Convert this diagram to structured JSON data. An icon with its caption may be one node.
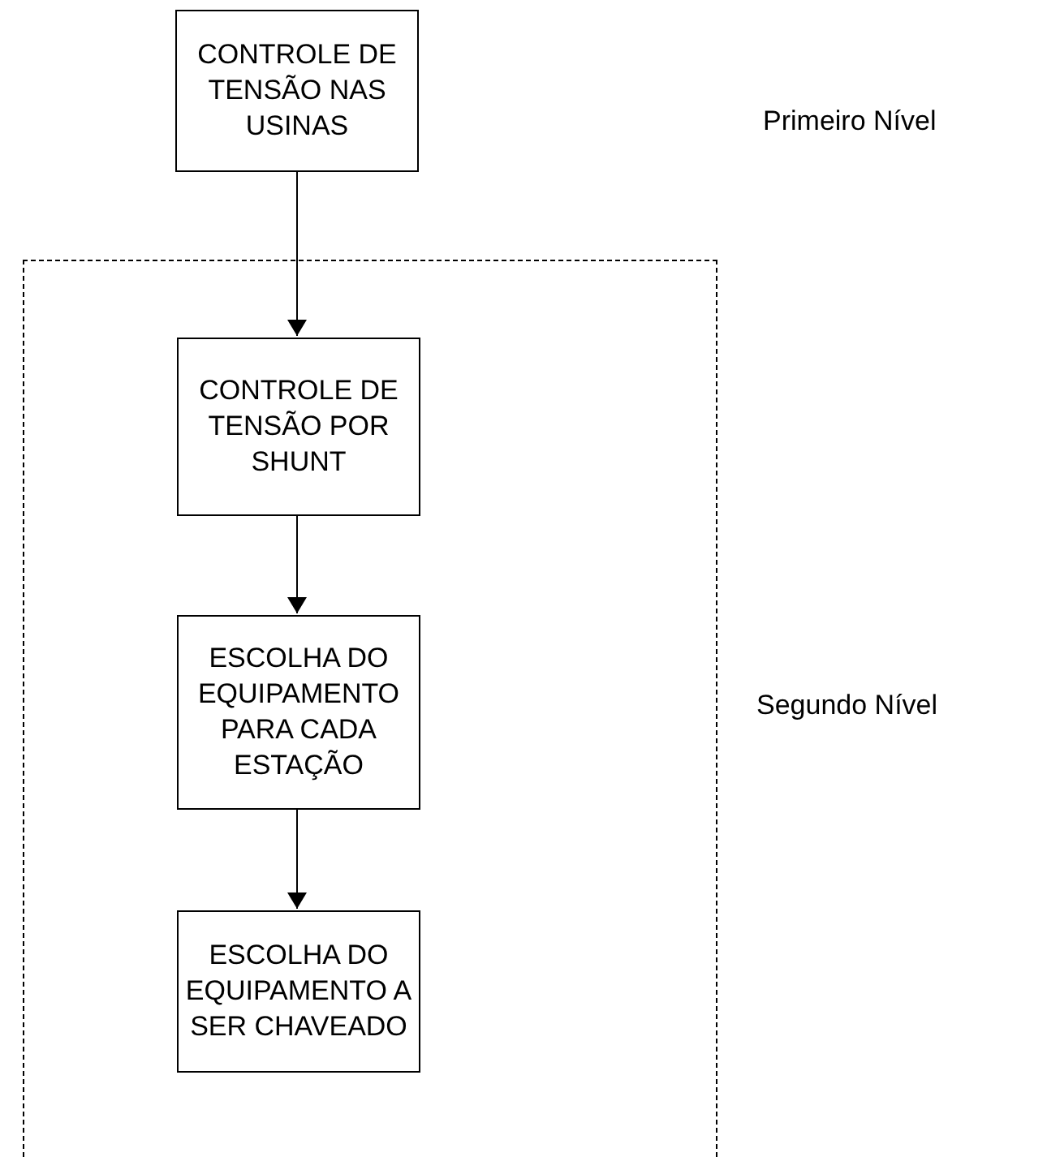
{
  "diagram": {
    "nodes": [
      {
        "text": [
          "CONTROLE DE TENSÃO NAS USINAS"
        ]
      },
      {
        "text": [],
        "shape": "box"
      },
      {
        "text": [
          "CONTROLE DE TENSÃO POR SHUNT"
        ],
        "in": 1
      },
      {
        "text": [
          "ESCOLHA DO EQUIPAMENTO PARA CADA ESTAÇÃO"
        ],
        "in": 1
      },
      {
        "text": [
          "ESCOLHA DO EQUIPAMENTO A SER CHAVEADO"
        ],
        "in": 1
      }
    ],
    "edges": [
      {
        "from": 0,
        "to": 2,
        "arrow": "to"
      },
      {
        "from": 2,
        "to": 3,
        "arrow": "to"
      },
      {
        "from": 3,
        "to": 4,
        "arrow": "to"
      }
    ],
    "labels": [
      "Primeiro Nível",
      "Segundo Nível"
    ]
  }
}
